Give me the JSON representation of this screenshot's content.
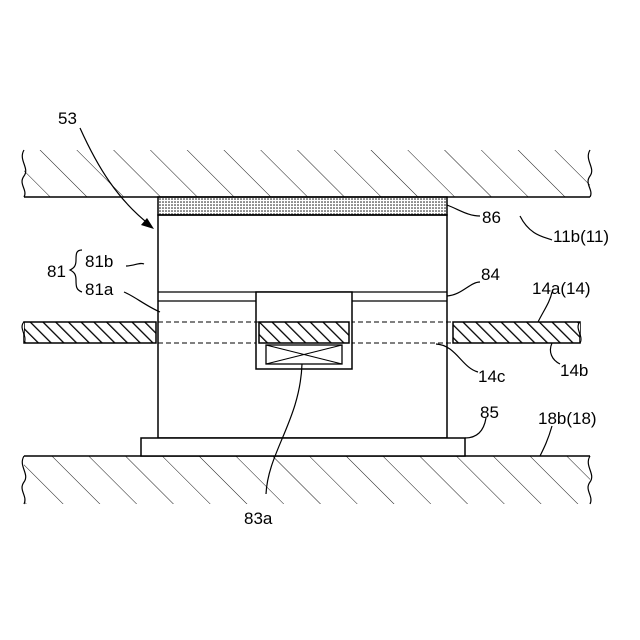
{
  "labels": {
    "l53": "53",
    "l86": "86",
    "l11b": "11b(11)",
    "l81": "81",
    "l81b": "81b",
    "l81a": "81a",
    "l84": "84",
    "l14a": "14a(14)",
    "l14c": "14c",
    "l14b": "14b",
    "l85": "85",
    "l18b": "18b(18)",
    "l83a": "83a"
  }
}
